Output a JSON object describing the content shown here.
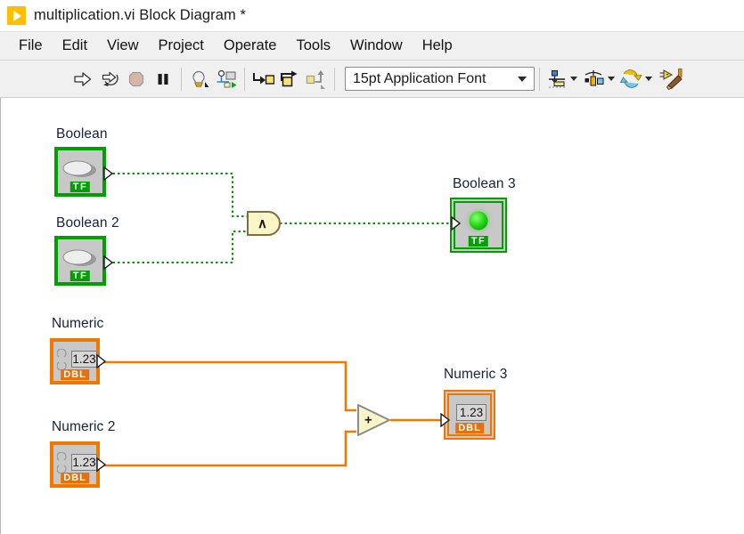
{
  "window": {
    "title": "multiplication.vi Block Diagram *",
    "icon": "labview-play-icon"
  },
  "menubar": {
    "items": [
      {
        "label": "File"
      },
      {
        "label": "Edit"
      },
      {
        "label": "View"
      },
      {
        "label": "Project"
      },
      {
        "label": "Operate"
      },
      {
        "label": "Tools"
      },
      {
        "label": "Window"
      },
      {
        "label": "Help"
      }
    ]
  },
  "toolbar": {
    "buttons": [
      {
        "name": "run-icon",
        "title": "Run"
      },
      {
        "name": "run-continuously-icon",
        "title": "Run Continuously"
      },
      {
        "name": "abort-execution-icon",
        "title": "Abort Execution"
      },
      {
        "name": "pause-icon",
        "title": "Pause"
      },
      {
        "name": "highlight-execution-icon",
        "title": "Highlight Execution"
      },
      {
        "name": "retain-wire-values-icon",
        "title": "Retain Wire Values"
      },
      {
        "name": "step-into-icon",
        "title": "Step Into"
      },
      {
        "name": "step-over-icon",
        "title": "Step Over"
      },
      {
        "name": "step-out-icon",
        "title": "Step Out"
      }
    ],
    "font_selector": {
      "value": "15pt Application Font"
    },
    "right_buttons": [
      {
        "name": "align-objects-icon",
        "title": "Align Objects"
      },
      {
        "name": "distribute-objects-icon",
        "title": "Distribute Objects"
      },
      {
        "name": "reorder-icon",
        "title": "Reorder"
      },
      {
        "name": "clean-up-diagram-icon",
        "title": "Clean Up Diagram"
      }
    ]
  },
  "diagram": {
    "nodes": {
      "boolean_1": {
        "label": "Boolean",
        "type_tag": "TF"
      },
      "boolean_2": {
        "label": "Boolean 2",
        "type_tag": "TF"
      },
      "boolean_3": {
        "label": "Boolean 3",
        "type_tag": "TF"
      },
      "numeric_1": {
        "label": "Numeric",
        "type_tag": "DBL",
        "value": "1.23"
      },
      "numeric_2": {
        "label": "Numeric 2",
        "type_tag": "DBL",
        "value": "1.23"
      },
      "numeric_3": {
        "label": "Numeric 3",
        "type_tag": "DBL",
        "value": "1.23"
      },
      "and_function": {
        "symbol": "∧",
        "name": "And"
      },
      "add_function": {
        "symbol": "+",
        "name": "Add"
      }
    },
    "colors": {
      "boolean_wire": "#009900",
      "numeric_wire": "#f07800",
      "boolean_terminal_border": "#00a000",
      "numeric_terminal_border": "#f07800",
      "function_fill": "#fbf6c8"
    }
  }
}
